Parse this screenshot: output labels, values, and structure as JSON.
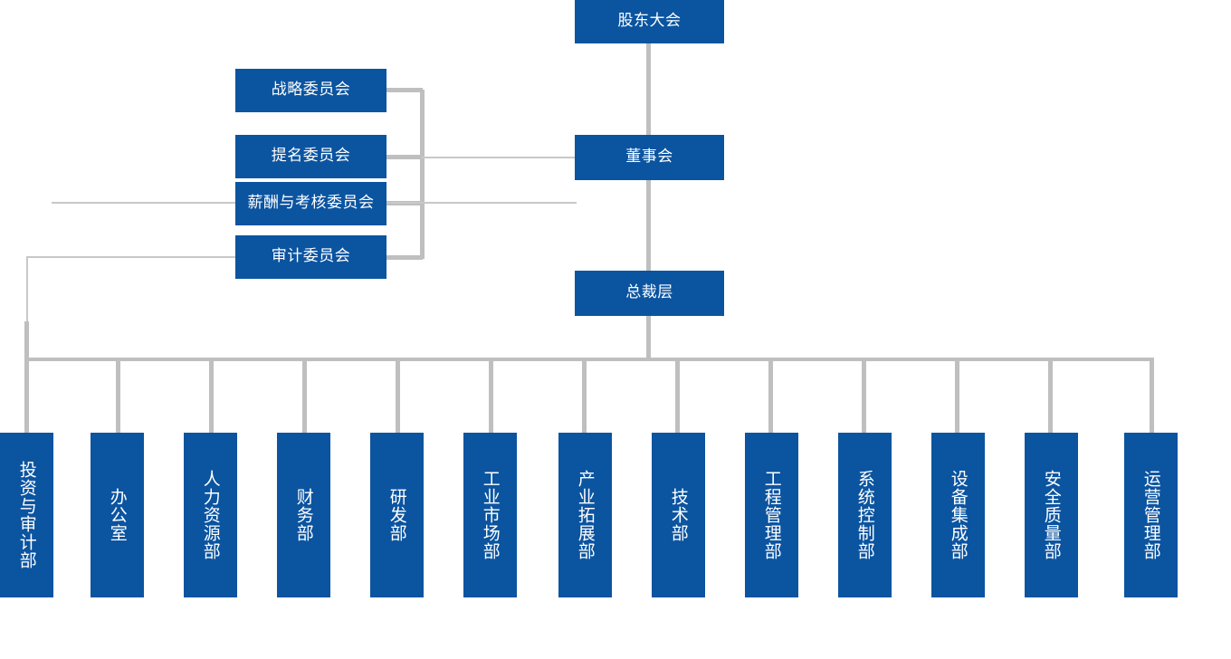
{
  "chart_data": {
    "type": "diagram",
    "title": "",
    "diagram_kind": "organizational-chart",
    "orientation": "top-down",
    "colors": {
      "node_fill": "#0B54A0",
      "node_text": "#FFFFFF",
      "connector": "#BFBFBF",
      "background": "#FFFFFF"
    },
    "levels": [
      {
        "level": 1,
        "nodes": [
          "股东大会"
        ]
      },
      {
        "level": 2,
        "nodes": [
          "董事会"
        ]
      },
      {
        "level": 2,
        "nodes": [
          "战略委员会",
          "提名委员会",
          "薪酬与考核委员会",
          "审计委员会"
        ]
      },
      {
        "level": 3,
        "nodes": [
          "总裁层"
        ]
      },
      {
        "level": 4,
        "nodes": [
          "投资与审计部",
          "办公室",
          "人力资源部",
          "财务部",
          "研发部",
          "工业市场部",
          "产业拓展部",
          "技术部",
          "工程管理部",
          "系统控制部",
          "设备集成部",
          "安全质量部",
          "运营管理部"
        ]
      }
    ],
    "edges": [
      {
        "from": "股东大会",
        "to": "董事会"
      },
      {
        "from": "董事会",
        "to": "战略委员会"
      },
      {
        "from": "董事会",
        "to": "提名委员会"
      },
      {
        "from": "董事会",
        "to": "薪酬与考核委员会"
      },
      {
        "from": "董事会",
        "to": "审计委员会"
      },
      {
        "from": "董事会",
        "to": "总裁层"
      },
      {
        "from": "审计委员会",
        "to": "投资与审计部"
      },
      {
        "from": "总裁层",
        "to": "办公室"
      },
      {
        "from": "总裁层",
        "to": "人力资源部"
      },
      {
        "from": "总裁层",
        "to": "财务部"
      },
      {
        "from": "总裁层",
        "to": "研发部"
      },
      {
        "from": "总裁层",
        "to": "工业市场部"
      },
      {
        "from": "总裁层",
        "to": "产业拓展部"
      },
      {
        "from": "总裁层",
        "to": "技术部"
      },
      {
        "from": "总裁层",
        "to": "工程管理部"
      },
      {
        "from": "总裁层",
        "to": "系统控制部"
      },
      {
        "from": "总裁层",
        "to": "设备集成部"
      },
      {
        "from": "总裁层",
        "to": "安全质量部"
      },
      {
        "from": "总裁层",
        "to": "运营管理部"
      }
    ]
  },
  "nodes": {
    "shareholders_meeting": "股东大会",
    "board_of_directors": "董事会",
    "president_level": "总裁层",
    "strategy_committee": "战略委员会",
    "nomination_committee": "提名委员会",
    "remuneration_committee": "薪酬与考核委员会",
    "audit_committee": "审计委员会"
  },
  "departments": [
    {
      "id": "investment-audit",
      "label": "投资与审计部"
    },
    {
      "id": "office",
      "label": "办公室"
    },
    {
      "id": "human-resources",
      "label": "人力资源部"
    },
    {
      "id": "finance",
      "label": "财务部"
    },
    {
      "id": "research-development",
      "label": "研发部"
    },
    {
      "id": "industrial-market",
      "label": "工业市场部"
    },
    {
      "id": "industry-expansion",
      "label": "产业拓展部"
    },
    {
      "id": "technology",
      "label": "技术部"
    },
    {
      "id": "engineering-management",
      "label": "工程管理部"
    },
    {
      "id": "system-control",
      "label": "系统控制部"
    },
    {
      "id": "equipment-integration",
      "label": "设备集成部"
    },
    {
      "id": "safety-quality",
      "label": "安全质量部"
    },
    {
      "id": "operations-management",
      "label": "运营管理部"
    }
  ]
}
